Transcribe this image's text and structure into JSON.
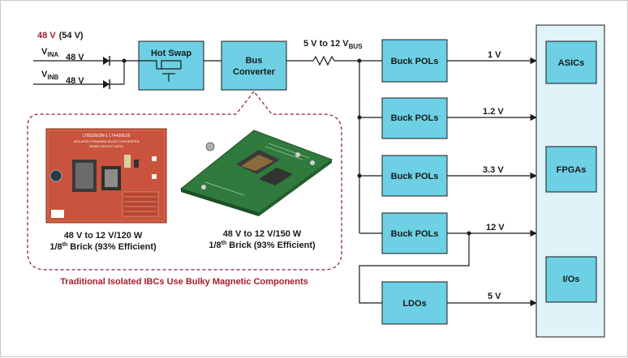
{
  "colors": {
    "box_fill": "#6dd0e4",
    "box_stroke": "#1a1a1a",
    "panel_fill": "#dff3f8",
    "accent_red": "#a51d2d",
    "dashed_outline": "#8b1a2b"
  },
  "inputs": {
    "top_voltage": "48 V",
    "top_voltage_alt": "(54 V)",
    "vina_label": "V",
    "vina_sub": "INA",
    "vina_value": "48 V",
    "vinb_label": "V",
    "vinb_sub": "INB",
    "vinb_value": "48 V"
  },
  "blocks": {
    "hot_swap": "Hot Swap",
    "bus_converter_line1": "Bus",
    "bus_converter_line2": "Converter",
    "bus_label": "5 V to 12 V",
    "bus_sub": "BUS",
    "buck1": "Buck POLs",
    "buck2": "Buck POLs",
    "buck3": "Buck POLs",
    "buck4": "Buck POLs",
    "ldos": "LDOs"
  },
  "rails": {
    "r1": "1 V",
    "r2": "1.2 V",
    "r3": "3.3 V",
    "r4": "12 V",
    "r5": "5 V"
  },
  "loads": {
    "asics": "ASICs",
    "fpgas": "FPGAs",
    "ios": "I/Os"
  },
  "bricks": {
    "left_line1": "48 V to 12 V/120 W",
    "left_line2_pre": "1/8",
    "left_line2_sup": "th",
    "left_line2_post": " Brick (93% Efficient)",
    "right_line1": "48 V to 12 V/150 W",
    "right_line2_pre": "1/8",
    "right_line2_sup": "th",
    "right_line2_post": " Brick (93% Efficient)",
    "left_board_text1": "LT8532EDN-1  LT4430ES6",
    "left_board_text2": "ISOLATED FORWARD DC/DC CONVERTER",
    "left_board_text3": "DEMO CIRCUIT 1007A",
    "caption": "Traditional Isolated IBCs Use Bulky Magnetic Components"
  }
}
